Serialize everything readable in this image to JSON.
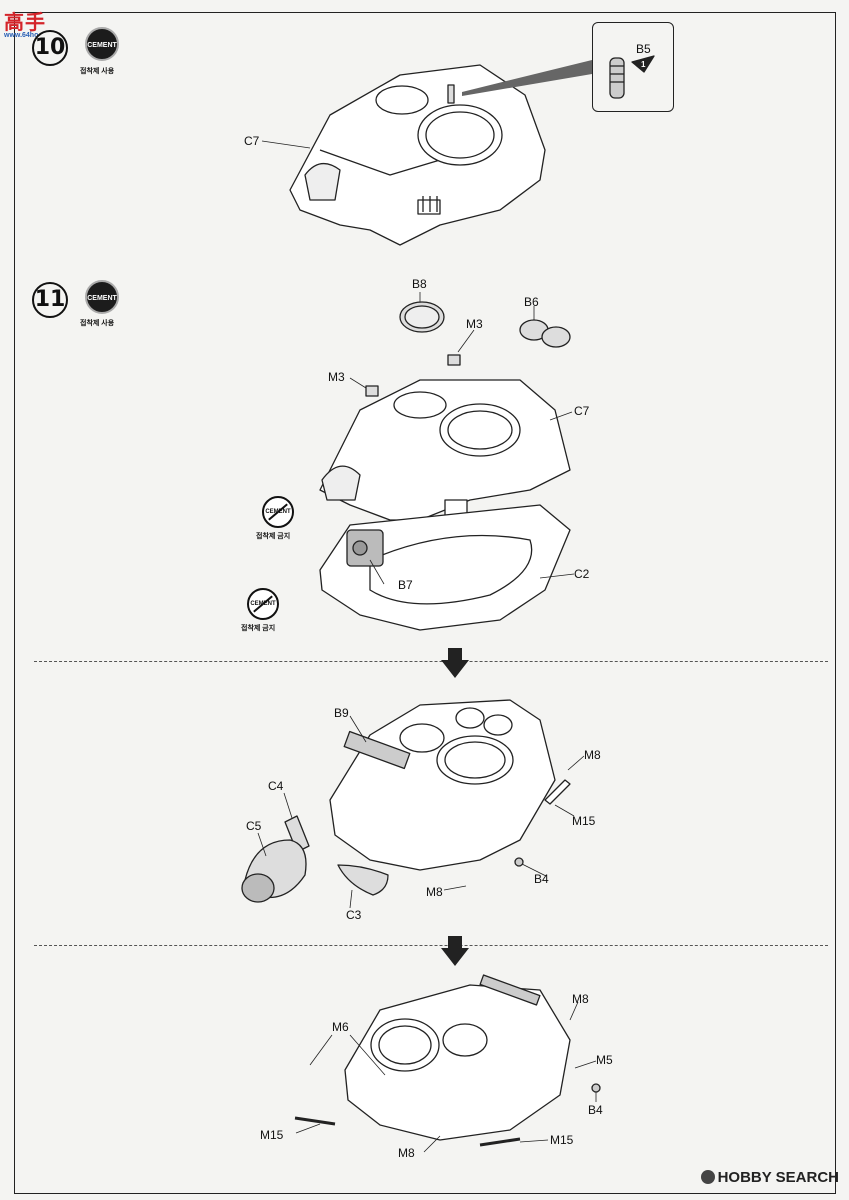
{
  "watermarks": {
    "top_left": "高手",
    "top_left_sub": "www.64ho.com",
    "bottom_right": "HOBBY SEARCH"
  },
  "cement_label": "CEMENT",
  "cement_use_caption": "접착제 사용",
  "cement_forbid_caption": "접착제 금지",
  "steps": [
    {
      "number": "10"
    },
    {
      "number": "11"
    }
  ],
  "parts": {
    "step10": {
      "B5": "B5",
      "C7": "C7",
      "inset_index": "1"
    },
    "step11": {
      "B8": "B8",
      "M3_a": "M3",
      "B6": "B6",
      "M3_b": "M3",
      "C7": "C7",
      "B7": "B7",
      "C2": "C2"
    },
    "stage2": {
      "B9": "B9",
      "M8_a": "M8",
      "C4": "C4",
      "C5": "C5",
      "M15": "M15",
      "B4": "B4",
      "M8_b": "M8",
      "C3": "C3"
    },
    "stage3": {
      "M8_a": "M8",
      "M6": "M6",
      "M5": "M5",
      "B4": "B4",
      "M15_a": "M15",
      "M15_b": "M15",
      "M8_b": "M8"
    }
  }
}
